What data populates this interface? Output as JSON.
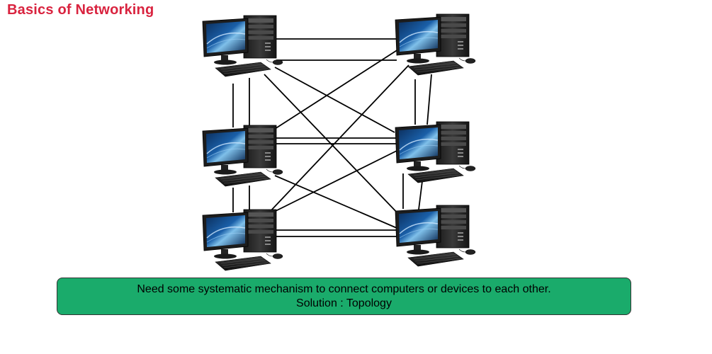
{
  "slide": {
    "title": "Basics of Networking"
  },
  "callout": {
    "line1": "Need some systematic mechanism to connect computers or devices to each other.",
    "line2": "Solution : Topology"
  },
  "diagram": {
    "computers": [
      "pc-top-left",
      "pc-top-right",
      "pc-middle-left",
      "pc-middle-right",
      "pc-bottom-left",
      "pc-bottom-right"
    ],
    "topology": "mesh"
  },
  "colors": {
    "title": "#d9233f",
    "callout_fill": "#1aab6b"
  }
}
